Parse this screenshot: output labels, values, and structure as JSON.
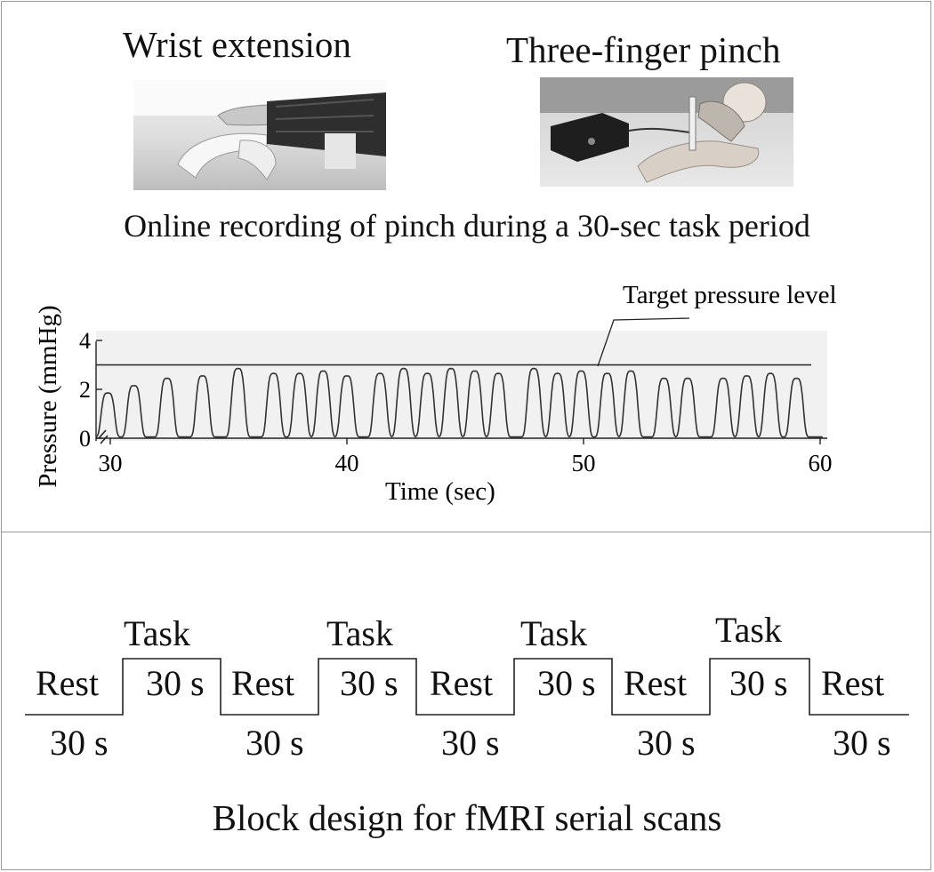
{
  "photos": [
    {
      "caption": "Wrist extension"
    },
    {
      "caption": "Three-finger pinch"
    }
  ],
  "recording_title": "Online recording of pinch during a 30-sec task period",
  "chart_data": {
    "type": "line",
    "title": "",
    "xlabel": "Time (sec)",
    "ylabel": "Pressure (mmHg)",
    "xlim": [
      29.4,
      60.3
    ],
    "ylim": [
      0,
      4.4
    ],
    "x_ticks": [
      30,
      40,
      50,
      60
    ],
    "y_ticks": [
      0,
      2,
      4
    ],
    "axis_break": true,
    "target": {
      "label": "Target pressure level",
      "value": 3.0
    },
    "pinch_peaks": {
      "t": [
        29.9,
        31.0,
        32.4,
        33.9,
        35.4,
        36.9,
        38.0,
        39.0,
        40.0,
        41.4,
        42.4,
        43.4,
        44.4,
        45.4,
        46.4,
        47.9,
        48.9,
        49.9,
        51.0,
        52.0,
        53.4,
        54.4,
        55.9,
        56.9,
        57.9,
        59.0
      ],
      "peak": [
        1.8,
        2.1,
        2.4,
        2.5,
        2.8,
        2.6,
        2.6,
        2.7,
        2.5,
        2.6,
        2.8,
        2.6,
        2.8,
        2.7,
        2.6,
        2.8,
        2.6,
        2.7,
        2.6,
        2.7,
        2.4,
        2.4,
        2.4,
        2.5,
        2.6,
        2.4
      ]
    }
  },
  "block_design": {
    "title": "Block design for fMRI serial scans",
    "task_label": "Task",
    "rest_label": "Rest",
    "duration_label": "30 s",
    "sequence": [
      "Rest",
      "Task",
      "Rest",
      "Task",
      "Rest",
      "Task",
      "Rest",
      "Task",
      "Rest"
    ]
  }
}
